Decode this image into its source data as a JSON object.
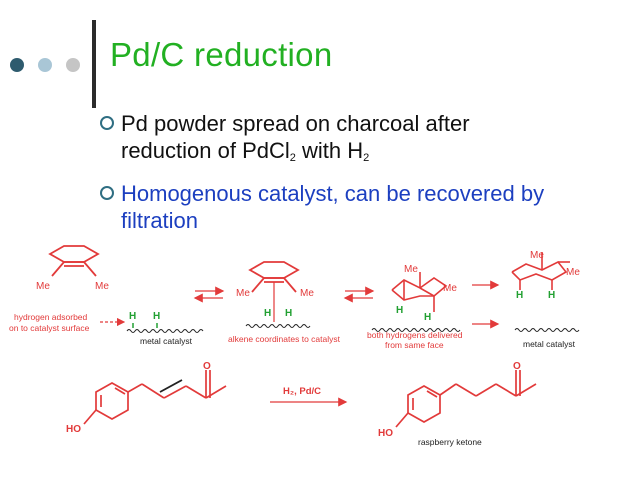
{
  "slide": {
    "title": "Pd/C reduction",
    "bullets": [
      {
        "line1": "Pd powder spread on charcoal after",
        "line2_pre": "reduction of PdCl",
        "line2_sub1": "2",
        "line2_mid": " with H",
        "line2_sub2": "2"
      },
      {
        "line1": "Homogenous catalyst, can be recovered by",
        "line2": "filtration"
      }
    ]
  },
  "colors": {
    "title": "#22b022",
    "bullet2": "#1c3fc0",
    "dot1": "#2e5b6e",
    "dot2": "#a9c6d6",
    "dot3": "#c5c5c5",
    "diagram_red": "#e23a3a"
  },
  "diagram": {
    "me": "Me",
    "h": "H",
    "ho": "HO",
    "o": "O",
    "hydrogen_adsorbed_1": "hydrogen adsorbed",
    "hydrogen_adsorbed_2": "on to catalyst surface",
    "metal_catalyst": "metal catalyst",
    "alkene_coordinates": "alkene coordinates to catalyst",
    "both_h_1": "both hydrogens delivered",
    "both_h_2": "from same face",
    "reagent": "H₂, Pd/C",
    "raspberry_ketone": "raspberry ketone"
  }
}
